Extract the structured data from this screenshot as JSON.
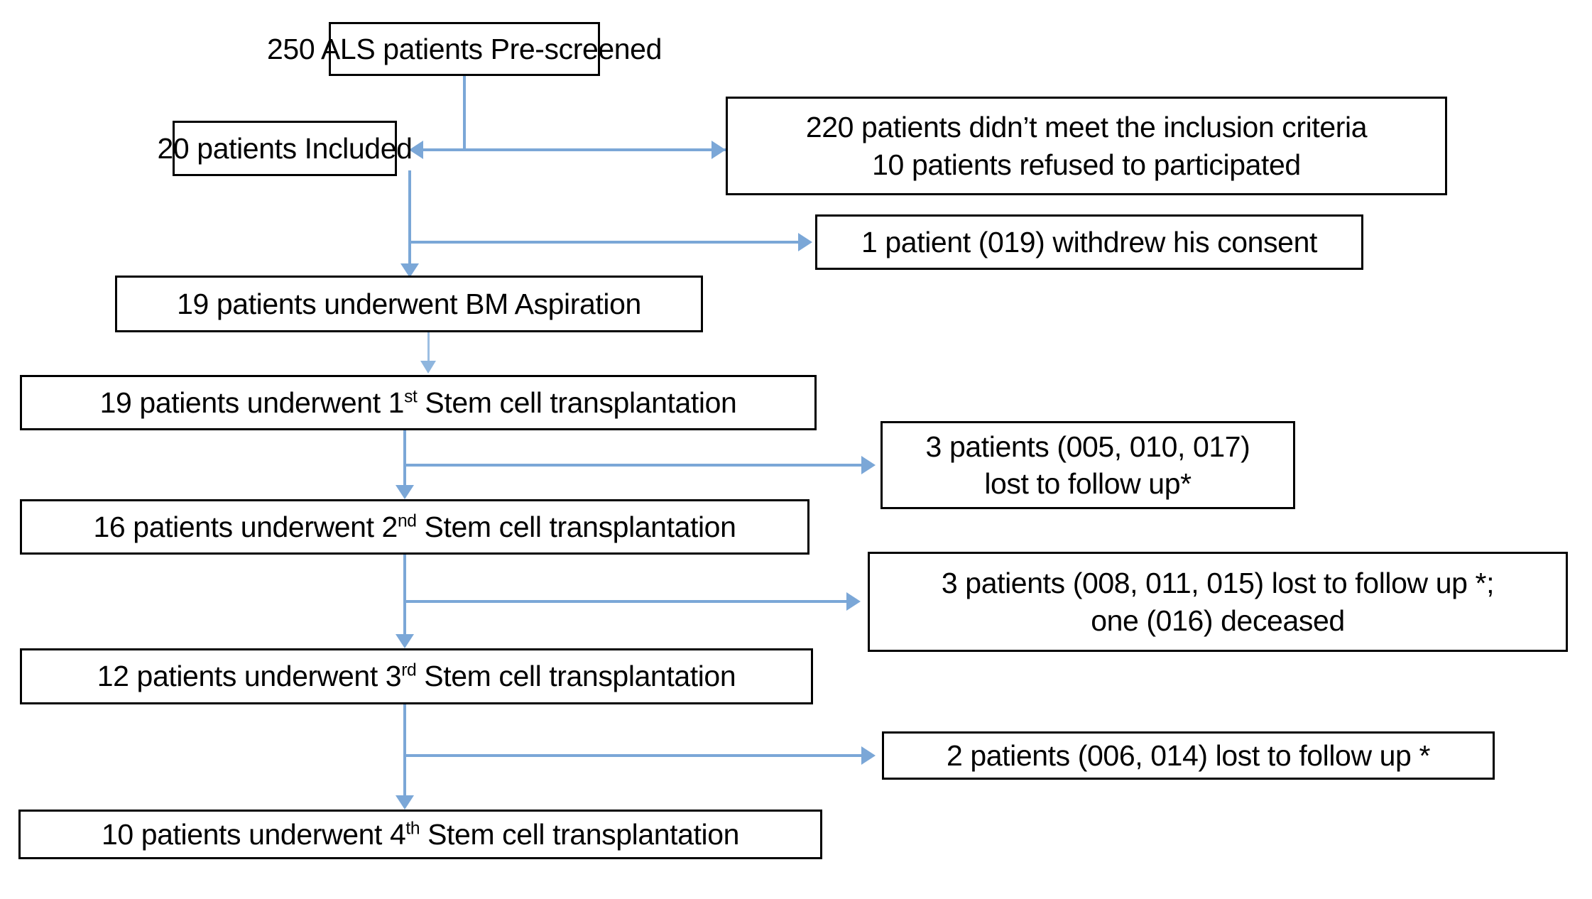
{
  "diagram": {
    "title": "ALS stem cell transplantation patient flow chart",
    "accent_color": "#7BA7D7",
    "box_border_color": "#000000",
    "background_color": "#FFFFFF",
    "nodes": [
      {
        "id": "prescreened",
        "name": "prescreened-box",
        "lines": [
          "250 ALS patients Pre-screened"
        ]
      },
      {
        "id": "included",
        "name": "included-box",
        "lines": [
          "20 patients Included"
        ]
      },
      {
        "id": "excluded",
        "name": "excluded-box",
        "lines": [
          "220 patients didn’t meet the inclusion criteria",
          "10 patients refused to participated"
        ]
      },
      {
        "id": "withdrew",
        "name": "withdrew-consent-box",
        "lines": [
          "1 patient (019) withdrew his consent"
        ]
      },
      {
        "id": "bm_aspiration",
        "name": "bm-aspiration-box",
        "lines": [
          "19 patients underwent BM Aspiration"
        ]
      },
      {
        "id": "transplant1",
        "name": "first-transplantation-box",
        "prefix": "19 patients underwent 1",
        "sup": "st",
        "suffix": " Stem cell transplantation"
      },
      {
        "id": "lost1",
        "name": "lost-to-followup-1-box",
        "lines": [
          "3 patients (005, 010, 017)",
          "lost to follow up*"
        ]
      },
      {
        "id": "transplant2",
        "name": "second-transplantation-box",
        "prefix": "16 patients underwent 2",
        "sup": "nd",
        "suffix": " Stem cell transplantation"
      },
      {
        "id": "lost2",
        "name": "lost-to-followup-2-box",
        "lines": [
          "3 patients (008, 011, 015) lost to follow up *;",
          "one (016) deceased"
        ]
      },
      {
        "id": "transplant3",
        "name": "third-transplantation-box",
        "prefix": "12 patients underwent 3",
        "sup": "rd",
        "suffix": " Stem cell transplantation"
      },
      {
        "id": "lost3",
        "name": "lost-to-followup-3-box",
        "lines": [
          "2 patients (006, 014) lost to follow up *"
        ]
      },
      {
        "id": "transplant4",
        "name": "fourth-transplantation-box",
        "prefix": "10 patients underwent 4",
        "sup": "th",
        "suffix": " Stem cell transplantation"
      }
    ],
    "edges": [
      {
        "from": "prescreened",
        "to": "included",
        "type": "split-double-arrow"
      },
      {
        "from": "prescreened",
        "to": "excluded",
        "type": "split-double-arrow"
      },
      {
        "from": "included",
        "to": "withdrew",
        "type": "branch-right"
      },
      {
        "from": "included",
        "to": "bm_aspiration",
        "type": "down"
      },
      {
        "from": "bm_aspiration",
        "to": "transplant1",
        "type": "down"
      },
      {
        "from": "transplant1",
        "to": "lost1",
        "type": "branch-right"
      },
      {
        "from": "transplant1",
        "to": "transplant2",
        "type": "down"
      },
      {
        "from": "transplant2",
        "to": "lost2",
        "type": "branch-right"
      },
      {
        "from": "transplant2",
        "to": "transplant3",
        "type": "down"
      },
      {
        "from": "transplant3",
        "to": "lost3",
        "type": "branch-right"
      },
      {
        "from": "transplant3",
        "to": "transplant4",
        "type": "down"
      }
    ]
  }
}
